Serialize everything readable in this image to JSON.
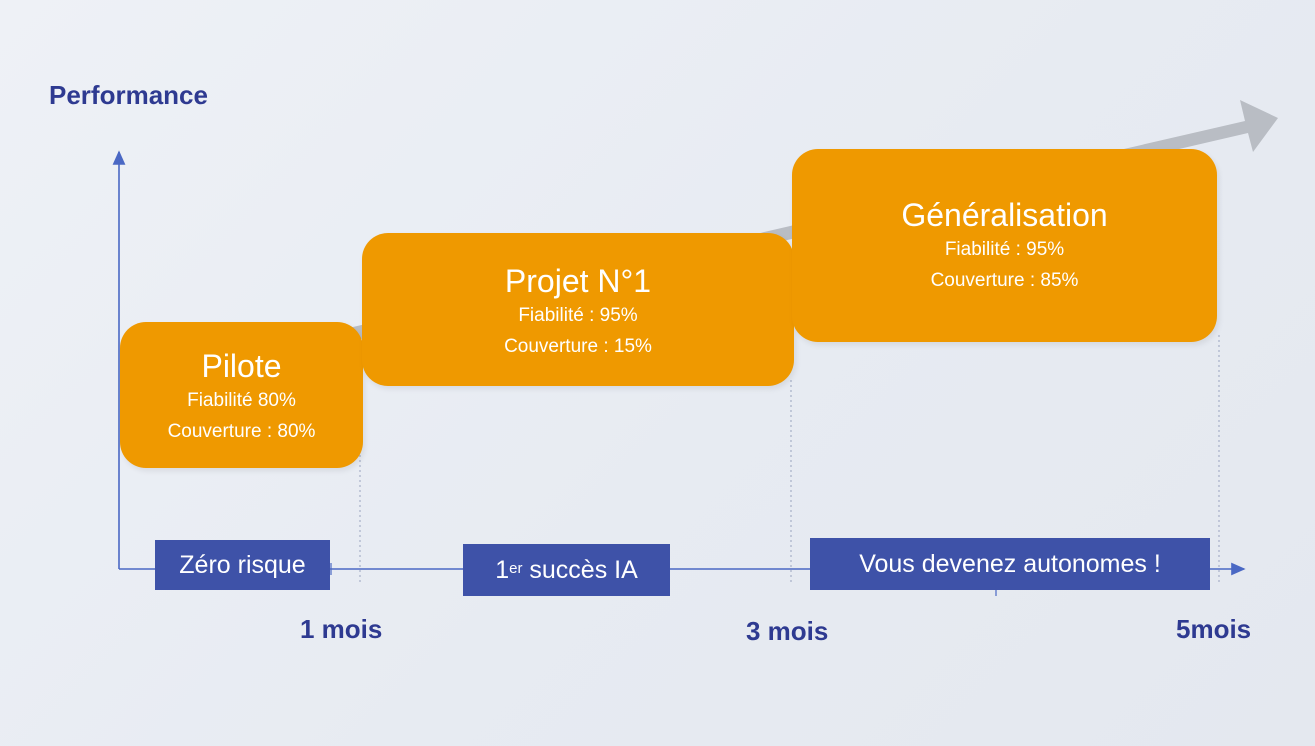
{
  "y_axis_title": "Performance",
  "phases": [
    {
      "title": "Pilote",
      "line1": "Fiabilité  80%",
      "line2": "Couverture : 80%"
    },
    {
      "title": "Projet N°1",
      "line1": "Fiabilité : 95%",
      "line2": "Couverture : 15%"
    },
    {
      "title": "Généralisation",
      "line1": "Fiabilité : 95%",
      "line2": "Couverture : 85%"
    }
  ],
  "timeline_labels": {
    "zero_risk": "Zéro risque",
    "first_success_sup": "er",
    "first_success_num": "1",
    "first_success_rest": " succès IA",
    "autonomous": "Vous devenez autonomes !"
  },
  "ticks": [
    "1 mois",
    "3 mois",
    "5mois"
  ],
  "colors": {
    "phase_fill": "#ef9900",
    "label_fill": "#3e52a8",
    "axis": "#4a68c4",
    "text_dark_blue": "#2e3a91",
    "trend_arrow": "#b9bdc4"
  }
}
